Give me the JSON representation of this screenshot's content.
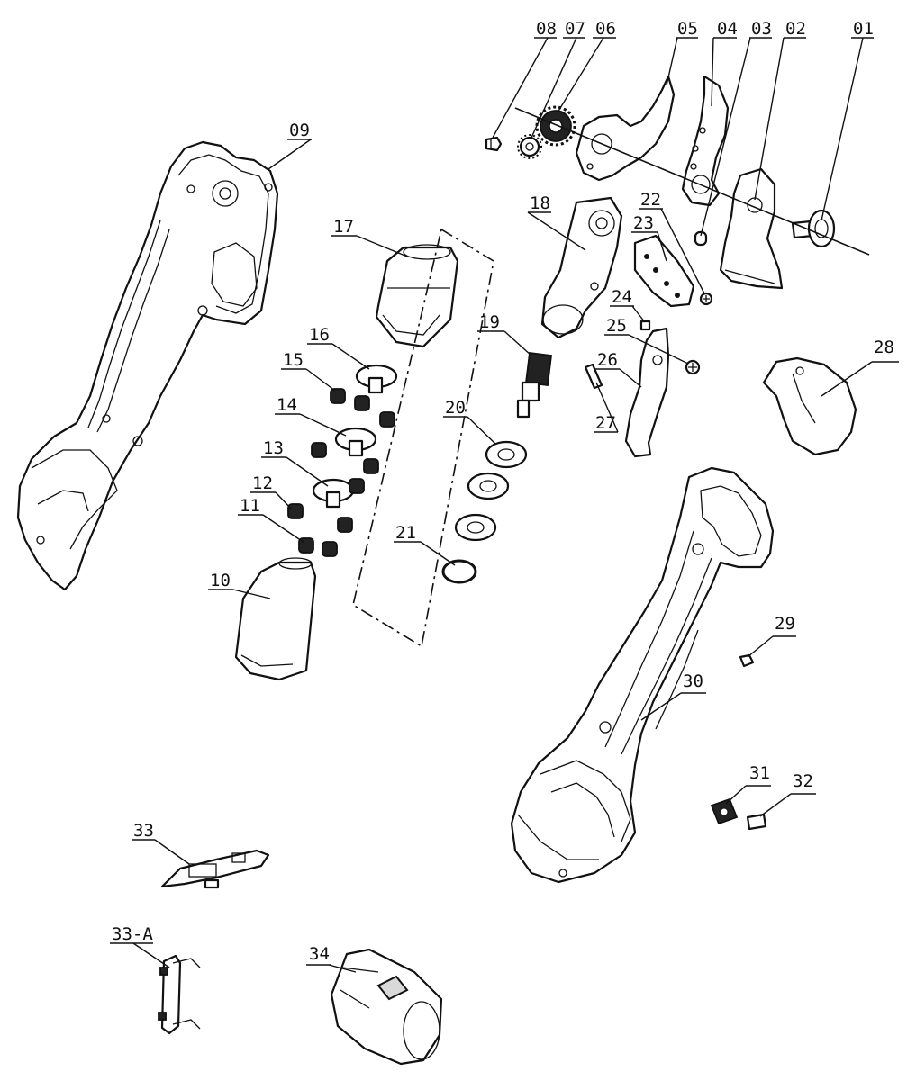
{
  "callouts": [
    {
      "id": "p01",
      "label": "01"
    },
    {
      "id": "p02",
      "label": "02"
    },
    {
      "id": "p03",
      "label": "03"
    },
    {
      "id": "p04",
      "label": "04"
    },
    {
      "id": "p05",
      "label": "05"
    },
    {
      "id": "p06",
      "label": "06"
    },
    {
      "id": "p07",
      "label": "07"
    },
    {
      "id": "p08",
      "label": "08"
    },
    {
      "id": "p09",
      "label": "09"
    },
    {
      "id": "p10",
      "label": "10"
    },
    {
      "id": "p11",
      "label": "11"
    },
    {
      "id": "p12",
      "label": "12"
    },
    {
      "id": "p13",
      "label": "13"
    },
    {
      "id": "p14",
      "label": "14"
    },
    {
      "id": "p15",
      "label": "15"
    },
    {
      "id": "p16",
      "label": "16"
    },
    {
      "id": "p17",
      "label": "17"
    },
    {
      "id": "p18",
      "label": "18"
    },
    {
      "id": "p19",
      "label": "19"
    },
    {
      "id": "p20",
      "label": "20"
    },
    {
      "id": "p21",
      "label": "21"
    },
    {
      "id": "p22",
      "label": "22"
    },
    {
      "id": "p23",
      "label": "23"
    },
    {
      "id": "p24",
      "label": "24"
    },
    {
      "id": "p25",
      "label": "25"
    },
    {
      "id": "p26",
      "label": "26"
    },
    {
      "id": "p27",
      "label": "27"
    },
    {
      "id": "p28",
      "label": "28"
    },
    {
      "id": "p29",
      "label": "29"
    },
    {
      "id": "p30",
      "label": "30"
    },
    {
      "id": "p31",
      "label": "31"
    },
    {
      "id": "p32",
      "label": "32"
    },
    {
      "id": "p33",
      "label": "33"
    },
    {
      "id": "p33a",
      "label": "33-A"
    },
    {
      "id": "p34",
      "label": "34"
    }
  ]
}
